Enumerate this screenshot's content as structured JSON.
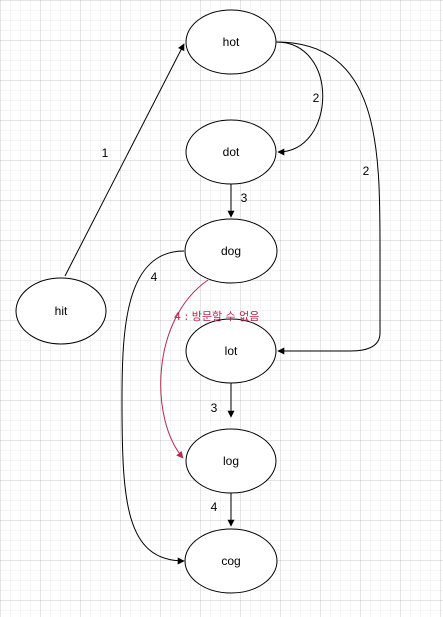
{
  "nodes": {
    "hot": "hot",
    "dot": "dot",
    "dog": "dog",
    "hit": "hit",
    "lot": "lot",
    "log": "log",
    "cog": "cog"
  },
  "edges": {
    "hit_hot": "1",
    "hot_dot": "2",
    "hot_lot": "2",
    "dot_dog": "3",
    "dog_cog": "4",
    "dog_log": "4 : 방문할 수 없음",
    "lot_log": "3",
    "log_cog": "4"
  },
  "colors": {
    "stroke": "#000000",
    "highlight": "#b5294e",
    "grid": "#e6e6e6"
  }
}
